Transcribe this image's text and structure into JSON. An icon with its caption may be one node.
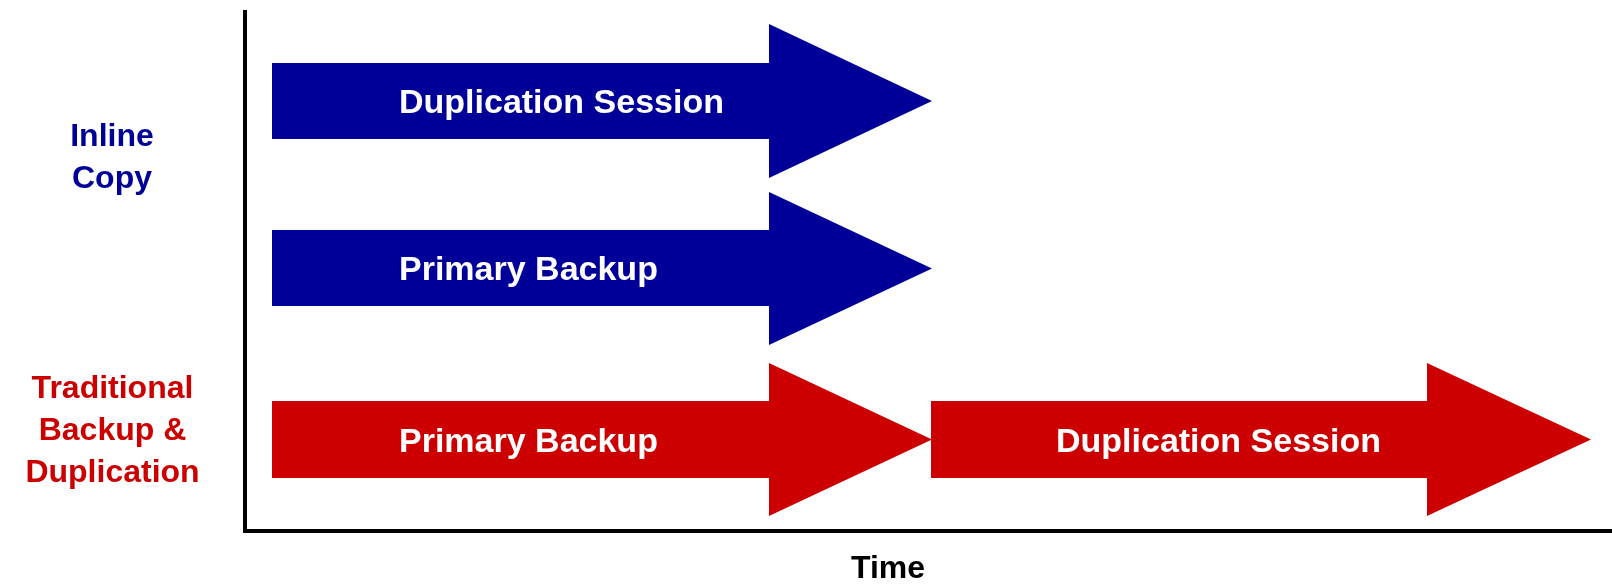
{
  "diagram": {
    "nodes": [
      {
        "text": [
          "Duplication Session"
        ]
      },
      {
        "text": [
          "Primary Backup"
        ]
      },
      {
        "text": [
          "Primary Backup"
        ]
      },
      {
        "text": [
          "Duplication Session"
        ]
      }
    ],
    "edges": [],
    "labels": [
      "Inline Copy",
      "Traditional Backup & Duplication",
      "Time"
    ]
  }
}
